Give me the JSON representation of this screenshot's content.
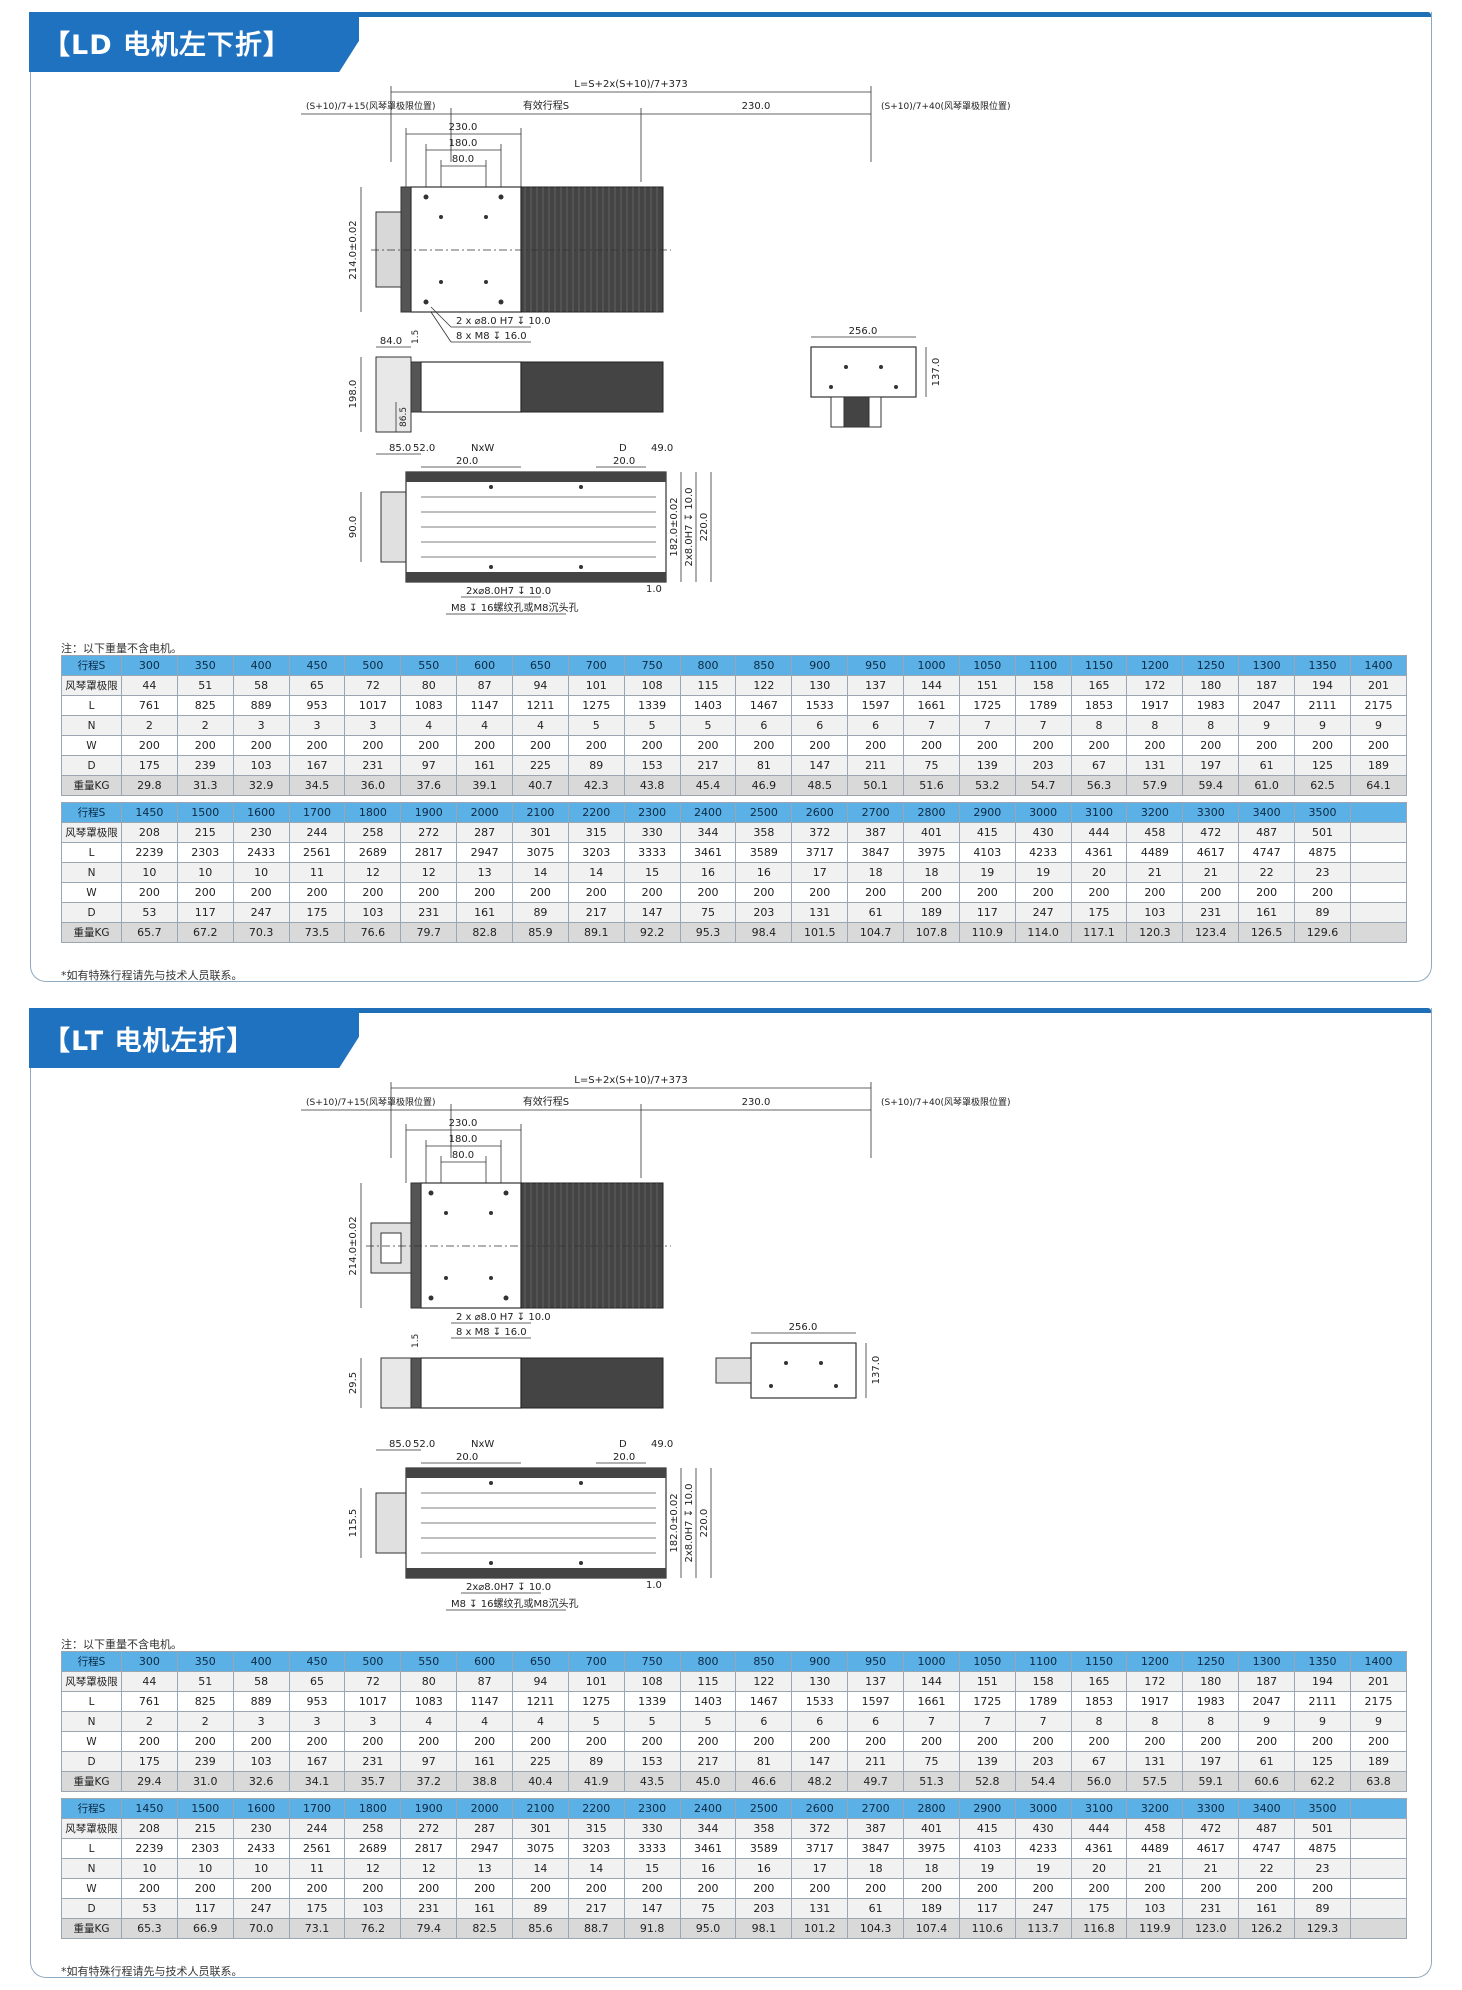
{
  "sections": [
    {
      "title": "【LD  电机左下折】",
      "drawing": {
        "overall": "L=S+2x(S+10)/7+373",
        "left_limit": "(S+10)/7+15(风琴罩极限位置)",
        "stroke": "有效行程S",
        "right_230": "230.0",
        "right_limit": "(S+10)/7+40(风琴罩极限位置)",
        "d230": "230.0",
        "d180": "180.0",
        "d80": "80.0",
        "h214": "214.0±0.02",
        "hole1": "2 x ⌀8.0 H7 ↧ 10.0",
        "hole2": "8 x  M8 ↧ 16.0",
        "side_84": "84.0",
        "side_15": "1.5",
        "side_198": "198.0",
        "side_865": "86.5",
        "end_256": "256.0",
        "end_137": "137.0",
        "bot_85": "85.0",
        "bot_52": "52.0",
        "bot_nxw": "NxW",
        "bot_20a": "20.0",
        "bot_d": "D",
        "bot_20b": "20.0",
        "bot_49": "49.0",
        "bot_90": "90.0",
        "bot_182": "182.0±0.02",
        "bot_2x8": "2x8.0H7 ↧ 10.0",
        "bot_220": "220.0",
        "bot_hole": "2x⌀8.0H7 ↧ 10.0",
        "bot_m8": "M8 ↧ 16螺纹孔或M8沉头孔",
        "bot_10": "1.0"
      },
      "note": "注：以下重量不含电机。",
      "footnote": "*如有特殊行程请先与技术人员联系。",
      "rows1": [
        {
          "label": "行程S",
          "cells": [
            "300",
            "350",
            "400",
            "450",
            "500",
            "550",
            "600",
            "650",
            "700",
            "750",
            "800",
            "850",
            "900",
            "950",
            "1000",
            "1050",
            "1100",
            "1150",
            "1200",
            "1250",
            "1300",
            "1350",
            "1400"
          ]
        },
        {
          "label": "风琴罩极限",
          "cells": [
            "44",
            "51",
            "58",
            "65",
            "72",
            "80",
            "87",
            "94",
            "101",
            "108",
            "115",
            "122",
            "130",
            "137",
            "144",
            "151",
            "158",
            "165",
            "172",
            "180",
            "187",
            "194",
            "201"
          ]
        },
        {
          "label": "L",
          "cells": [
            "761",
            "825",
            "889",
            "953",
            "1017",
            "1083",
            "1147",
            "1211",
            "1275",
            "1339",
            "1403",
            "1467",
            "1533",
            "1597",
            "1661",
            "1725",
            "1789",
            "1853",
            "1917",
            "1983",
            "2047",
            "2111",
            "2175"
          ]
        },
        {
          "label": "N",
          "cells": [
            "2",
            "2",
            "3",
            "3",
            "3",
            "4",
            "4",
            "4",
            "5",
            "5",
            "5",
            "6",
            "6",
            "6",
            "7",
            "7",
            "7",
            "8",
            "8",
            "8",
            "9",
            "9",
            "9"
          ]
        },
        {
          "label": "W",
          "cells": [
            "200",
            "200",
            "200",
            "200",
            "200",
            "200",
            "200",
            "200",
            "200",
            "200",
            "200",
            "200",
            "200",
            "200",
            "200",
            "200",
            "200",
            "200",
            "200",
            "200",
            "200",
            "200",
            "200"
          ]
        },
        {
          "label": "D",
          "cells": [
            "175",
            "239",
            "103",
            "167",
            "231",
            "97",
            "161",
            "225",
            "89",
            "153",
            "217",
            "81",
            "147",
            "211",
            "75",
            "139",
            "203",
            "67",
            "131",
            "197",
            "61",
            "125",
            "189"
          ]
        },
        {
          "label": "重量KG",
          "cells": [
            "29.8",
            "31.3",
            "32.9",
            "34.5",
            "36.0",
            "37.6",
            "39.1",
            "40.7",
            "42.3",
            "43.8",
            "45.4",
            "46.9",
            "48.5",
            "50.1",
            "51.6",
            "53.2",
            "54.7",
            "56.3",
            "57.9",
            "59.4",
            "61.0",
            "62.5",
            "64.1"
          ]
        }
      ],
      "rows2": [
        {
          "label": "行程S",
          "cells": [
            "1450",
            "1500",
            "1600",
            "1700",
            "1800",
            "1900",
            "2000",
            "2100",
            "2200",
            "2300",
            "2400",
            "2500",
            "2600",
            "2700",
            "2800",
            "2900",
            "3000",
            "3100",
            "3200",
            "3300",
            "3400",
            "3500",
            ""
          ]
        },
        {
          "label": "风琴罩极限",
          "cells": [
            "208",
            "215",
            "230",
            "244",
            "258",
            "272",
            "287",
            "301",
            "315",
            "330",
            "344",
            "358",
            "372",
            "387",
            "401",
            "415",
            "430",
            "444",
            "458",
            "472",
            "487",
            "501",
            ""
          ]
        },
        {
          "label": "L",
          "cells": [
            "2239",
            "2303",
            "2433",
            "2561",
            "2689",
            "2817",
            "2947",
            "3075",
            "3203",
            "3333",
            "3461",
            "3589",
            "3717",
            "3847",
            "3975",
            "4103",
            "4233",
            "4361",
            "4489",
            "4617",
            "4747",
            "4875",
            ""
          ]
        },
        {
          "label": "N",
          "cells": [
            "10",
            "10",
            "10",
            "11",
            "12",
            "12",
            "13",
            "14",
            "14",
            "15",
            "16",
            "16",
            "17",
            "18",
            "18",
            "19",
            "19",
            "20",
            "21",
            "21",
            "22",
            "23",
            ""
          ]
        },
        {
          "label": "W",
          "cells": [
            "200",
            "200",
            "200",
            "200",
            "200",
            "200",
            "200",
            "200",
            "200",
            "200",
            "200",
            "200",
            "200",
            "200",
            "200",
            "200",
            "200",
            "200",
            "200",
            "200",
            "200",
            "200",
            ""
          ]
        },
        {
          "label": "D",
          "cells": [
            "53",
            "117",
            "247",
            "175",
            "103",
            "231",
            "161",
            "89",
            "217",
            "147",
            "75",
            "203",
            "131",
            "61",
            "189",
            "117",
            "247",
            "175",
            "103",
            "231",
            "161",
            "89",
            ""
          ]
        },
        {
          "label": "重量KG",
          "cells": [
            "65.7",
            "67.2",
            "70.3",
            "73.5",
            "76.6",
            "79.7",
            "82.8",
            "85.9",
            "89.1",
            "92.2",
            "95.3",
            "98.4",
            "101.5",
            "104.7",
            "107.8",
            "110.9",
            "114.0",
            "117.1",
            "120.3",
            "123.4",
            "126.5",
            "129.6",
            ""
          ]
        }
      ]
    },
    {
      "title": "【LT  电机左折】",
      "drawing": {
        "overall": "L=S+2x(S+10)/7+373",
        "left_limit": "(S+10)/7+15(风琴罩极限位置)",
        "stroke": "有效行程S",
        "right_230": "230.0",
        "right_limit": "(S+10)/7+40(风琴罩极限位置)",
        "d230": "230.0",
        "d180": "180.0",
        "d80": "80.0",
        "h214": "214.0±0.02",
        "hole1": "2 x ⌀8.0 H7 ↧ 10.0",
        "hole2": "8 x  M8 ↧ 16.0",
        "side_15": "1.5",
        "side_295": "29.5",
        "end_256": "256.0",
        "end_137": "137.0",
        "bot_85": "85.0",
        "bot_52": "52.0",
        "bot_nxw": "NxW",
        "bot_20a": "20.0",
        "bot_d": "D",
        "bot_20b": "20.0",
        "bot_49": "49.0",
        "bot_1155": "115.5",
        "bot_182": "182.0±0.02",
        "bot_2x8": "2x8.0H7 ↧ 10.0",
        "bot_220": "220.0",
        "bot_hole": "2x⌀8.0H7 ↧ 10.0",
        "bot_m8": "M8 ↧ 16螺纹孔或M8沉头孔",
        "bot_10": "1.0"
      },
      "note": "注：以下重量不含电机。",
      "footnote": "*如有特殊行程请先与技术人员联系。",
      "rows1": [
        {
          "label": "行程S",
          "cells": [
            "300",
            "350",
            "400",
            "450",
            "500",
            "550",
            "600",
            "650",
            "700",
            "750",
            "800",
            "850",
            "900",
            "950",
            "1000",
            "1050",
            "1100",
            "1150",
            "1200",
            "1250",
            "1300",
            "1350",
            "1400"
          ]
        },
        {
          "label": "风琴罩极限",
          "cells": [
            "44",
            "51",
            "58",
            "65",
            "72",
            "80",
            "87",
            "94",
            "101",
            "108",
            "115",
            "122",
            "130",
            "137",
            "144",
            "151",
            "158",
            "165",
            "172",
            "180",
            "187",
            "194",
            "201"
          ]
        },
        {
          "label": "L",
          "cells": [
            "761",
            "825",
            "889",
            "953",
            "1017",
            "1083",
            "1147",
            "1211",
            "1275",
            "1339",
            "1403",
            "1467",
            "1533",
            "1597",
            "1661",
            "1725",
            "1789",
            "1853",
            "1917",
            "1983",
            "2047",
            "2111",
            "2175"
          ]
        },
        {
          "label": "N",
          "cells": [
            "2",
            "2",
            "3",
            "3",
            "3",
            "4",
            "4",
            "4",
            "5",
            "5",
            "5",
            "6",
            "6",
            "6",
            "7",
            "7",
            "7",
            "8",
            "8",
            "8",
            "9",
            "9",
            "9"
          ]
        },
        {
          "label": "W",
          "cells": [
            "200",
            "200",
            "200",
            "200",
            "200",
            "200",
            "200",
            "200",
            "200",
            "200",
            "200",
            "200",
            "200",
            "200",
            "200",
            "200",
            "200",
            "200",
            "200",
            "200",
            "200",
            "200",
            "200"
          ]
        },
        {
          "label": "D",
          "cells": [
            "175",
            "239",
            "103",
            "167",
            "231",
            "97",
            "161",
            "225",
            "89",
            "153",
            "217",
            "81",
            "147",
            "211",
            "75",
            "139",
            "203",
            "67",
            "131",
            "197",
            "61",
            "125",
            "189"
          ]
        },
        {
          "label": "重量KG",
          "cells": [
            "29.4",
            "31.0",
            "32.6",
            "34.1",
            "35.7",
            "37.2",
            "38.8",
            "40.4",
            "41.9",
            "43.5",
            "45.0",
            "46.6",
            "48.2",
            "49.7",
            "51.3",
            "52.8",
            "54.4",
            "56.0",
            "57.5",
            "59.1",
            "60.6",
            "62.2",
            "63.8"
          ]
        }
      ],
      "rows2": [
        {
          "label": "行程S",
          "cells": [
            "1450",
            "1500",
            "1600",
            "1700",
            "1800",
            "1900",
            "2000",
            "2100",
            "2200",
            "2300",
            "2400",
            "2500",
            "2600",
            "2700",
            "2800",
            "2900",
            "3000",
            "3100",
            "3200",
            "3300",
            "3400",
            "3500",
            ""
          ]
        },
        {
          "label": "风琴罩极限",
          "cells": [
            "208",
            "215",
            "230",
            "244",
            "258",
            "272",
            "287",
            "301",
            "315",
            "330",
            "344",
            "358",
            "372",
            "387",
            "401",
            "415",
            "430",
            "444",
            "458",
            "472",
            "487",
            "501",
            ""
          ]
        },
        {
          "label": "L",
          "cells": [
            "2239",
            "2303",
            "2433",
            "2561",
            "2689",
            "2817",
            "2947",
            "3075",
            "3203",
            "3333",
            "3461",
            "3589",
            "3717",
            "3847",
            "3975",
            "4103",
            "4233",
            "4361",
            "4489",
            "4617",
            "4747",
            "4875",
            ""
          ]
        },
        {
          "label": "N",
          "cells": [
            "10",
            "10",
            "10",
            "11",
            "12",
            "12",
            "13",
            "14",
            "14",
            "15",
            "16",
            "16",
            "17",
            "18",
            "18",
            "19",
            "19",
            "20",
            "21",
            "21",
            "22",
            "23",
            ""
          ]
        },
        {
          "label": "W",
          "cells": [
            "200",
            "200",
            "200",
            "200",
            "200",
            "200",
            "200",
            "200",
            "200",
            "200",
            "200",
            "200",
            "200",
            "200",
            "200",
            "200",
            "200",
            "200",
            "200",
            "200",
            "200",
            "200",
            ""
          ]
        },
        {
          "label": "D",
          "cells": [
            "53",
            "117",
            "247",
            "175",
            "103",
            "231",
            "161",
            "89",
            "217",
            "147",
            "75",
            "203",
            "131",
            "61",
            "189",
            "117",
            "247",
            "175",
            "103",
            "231",
            "161",
            "89",
            ""
          ]
        },
        {
          "label": "重量KG",
          "cells": [
            "65.3",
            "66.9",
            "70.0",
            "73.1",
            "76.2",
            "79.4",
            "82.5",
            "85.6",
            "88.7",
            "91.8",
            "95.0",
            "98.1",
            "101.2",
            "104.3",
            "107.4",
            "110.6",
            "113.7",
            "116.8",
            "119.9",
            "123.0",
            "126.2",
            "129.3",
            ""
          ]
        }
      ]
    }
  ]
}
